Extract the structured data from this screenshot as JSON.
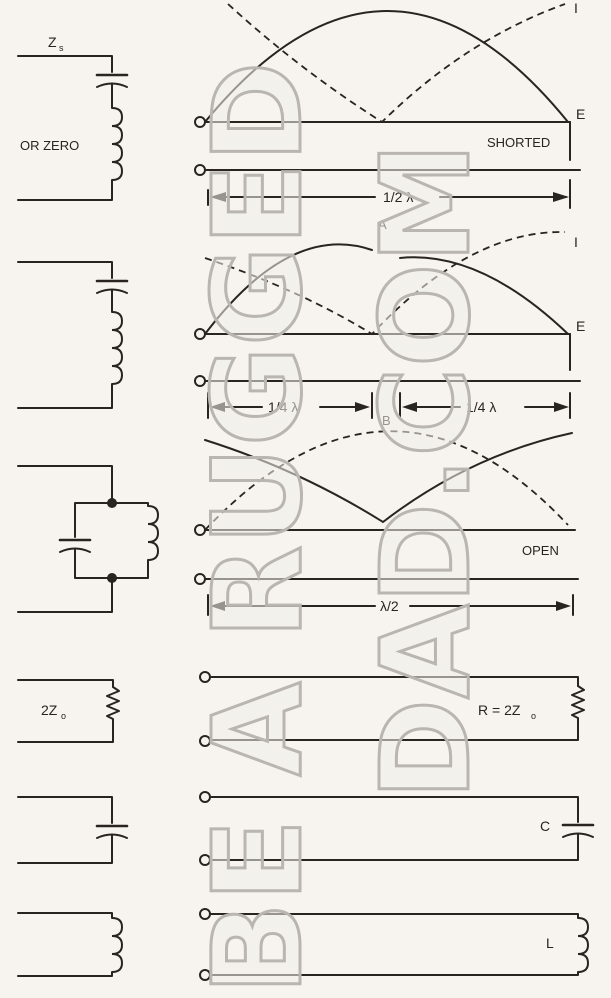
{
  "labels": {
    "zs": "Z",
    "zs_sub": "s",
    "or_zero": "OR ZERO",
    "curve_i": "I",
    "curve_e": "E",
    "shorted": "SHORTED",
    "half_lambda": "1/2 λ",
    "fig_a": "A",
    "quarter_lambda": "1/4 λ",
    "fig_b": "B",
    "open": "OPEN",
    "half_lambda_frac": "λ/2",
    "two_zo": "2Z",
    "two_zo_sub": "o",
    "r_eq": "R = 2Z",
    "r_eq_sub": "o",
    "cap_c": "C",
    "ind_l": "L"
  },
  "watermark": {
    "line1": "BE A RUGGED",
    "line2": "DAD.COM"
  }
}
